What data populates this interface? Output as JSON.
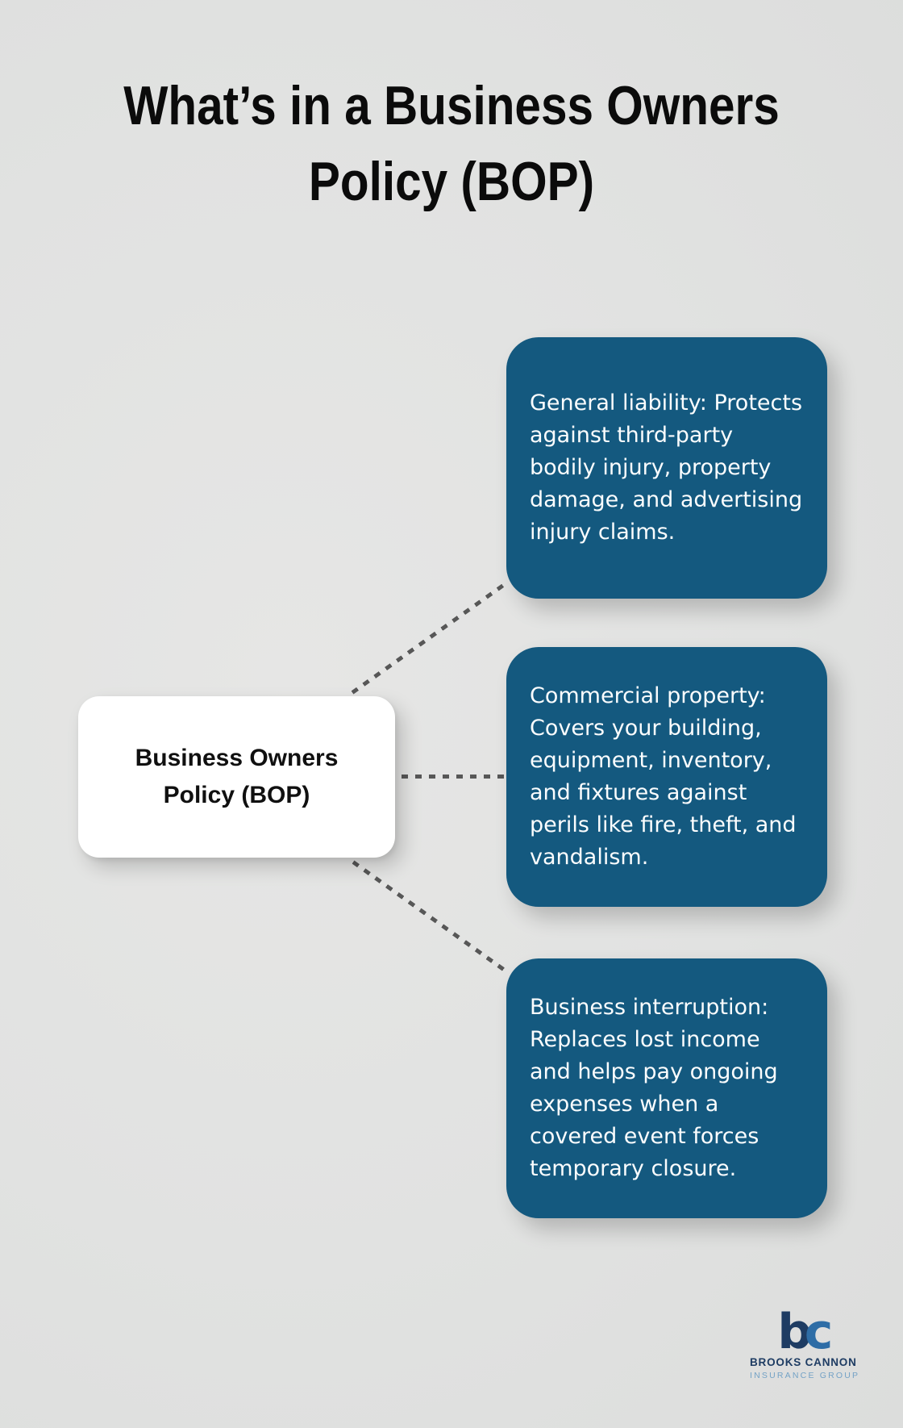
{
  "title": {
    "line1": "What’s in a Business Owners",
    "line2": "Policy (BOP)"
  },
  "root_node": {
    "label": "Business Owners Policy (BOP)"
  },
  "branches": [
    {
      "label": "General liability:",
      "description": "Protects against third-party bodily injury, property damage, and advertising injury claims."
    },
    {
      "label": "Commercial property:",
      "description": "Covers your building, equipment, inventory, and fixtures against perils like fire, theft, and vandalism."
    },
    {
      "label": "Business interruption:",
      "description": "Replaces lost income and helps pay ongoing expenses when a covered event forces temporary closure."
    }
  ],
  "footer_logo": {
    "monogram_b": "b",
    "monogram_c": "c",
    "name": "BROOKS CANNON",
    "tagline": "INSURANCE GROUP"
  },
  "colors": {
    "background": "#e1e1e0",
    "branch_fill": "#14597f",
    "branch_text": "#fbfdfe",
    "root_fill": "#ffffff",
    "title_text": "#0b0b0b",
    "connector": "#575757",
    "logo_navy": "#1e3c63",
    "logo_blue": "#2e6da6",
    "logo_light_blue": "#74a2c6"
  }
}
